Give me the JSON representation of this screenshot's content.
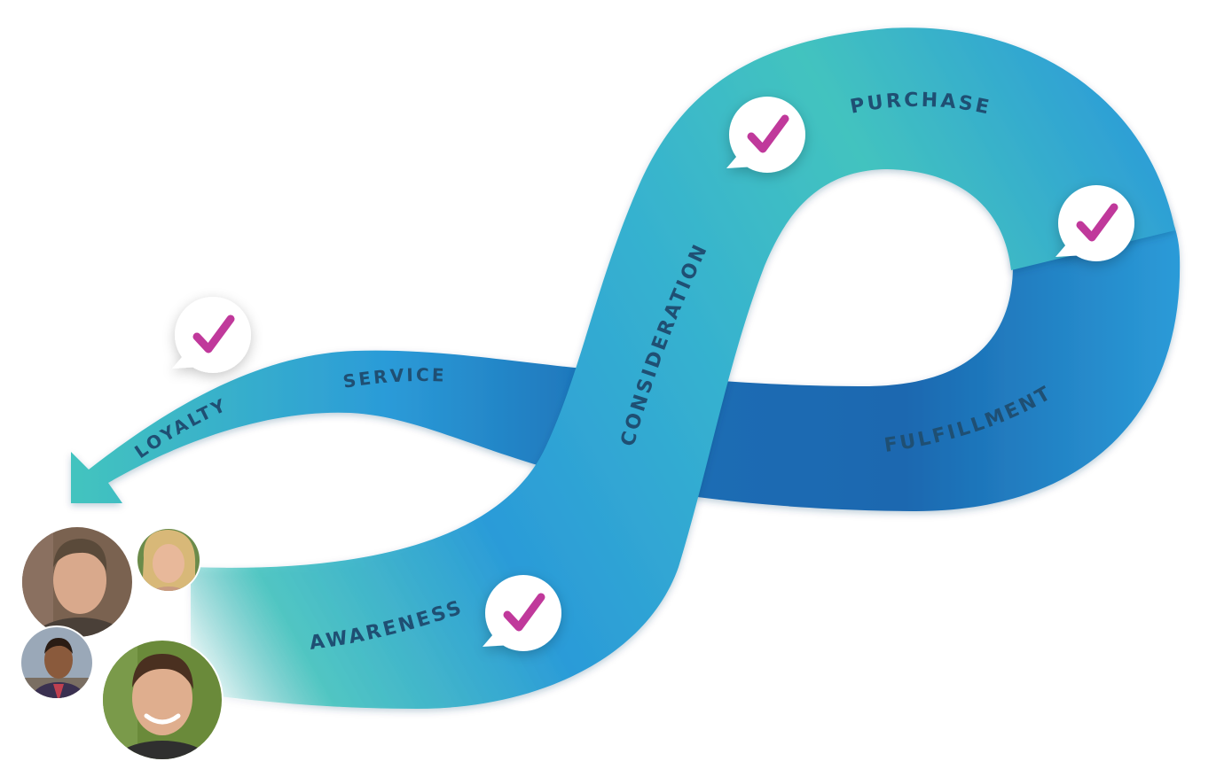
{
  "stages": {
    "awareness": "AWARENESS",
    "consideration": "CONSIDERATION",
    "purchase": "PURCHASE",
    "fulfillment": "FULFILLMENT",
    "service": "SERVICE",
    "loyalty": "LOYALTY"
  },
  "icons": {
    "check_bubble": "check-bubble-icon",
    "arrow_head": "arrow-head-icon"
  },
  "people": [
    {
      "name": "person-man-stubble",
      "skin": "#d9a98c",
      "hair": "#5a4a3a",
      "bg": "#7a6250",
      "shirt": "#4a4038"
    },
    {
      "name": "person-woman-blonde",
      "skin": "#e8b89a",
      "hair": "#d8b878",
      "bg": "#6b8b4a",
      "shirt": "#c89a80"
    },
    {
      "name": "person-man-suit",
      "skin": "#8a5a3c",
      "hair": "#2a1c14",
      "bg": "#9aa8b8",
      "shirt": "#3a3050"
    },
    {
      "name": "person-man-smiling",
      "skin": "#dfae8e",
      "hair": "#4a3020",
      "bg": "#6a8a3a",
      "shirt": "#2f2f2f"
    }
  ],
  "colors": {
    "ribbon_teal": "#43c3bf",
    "ribbon_blue": "#2b9bd8",
    "ribbon_dark": "#1a68b0",
    "label": "#1f4f73",
    "check": "#c0399b",
    "bubble": "#ffffff"
  }
}
